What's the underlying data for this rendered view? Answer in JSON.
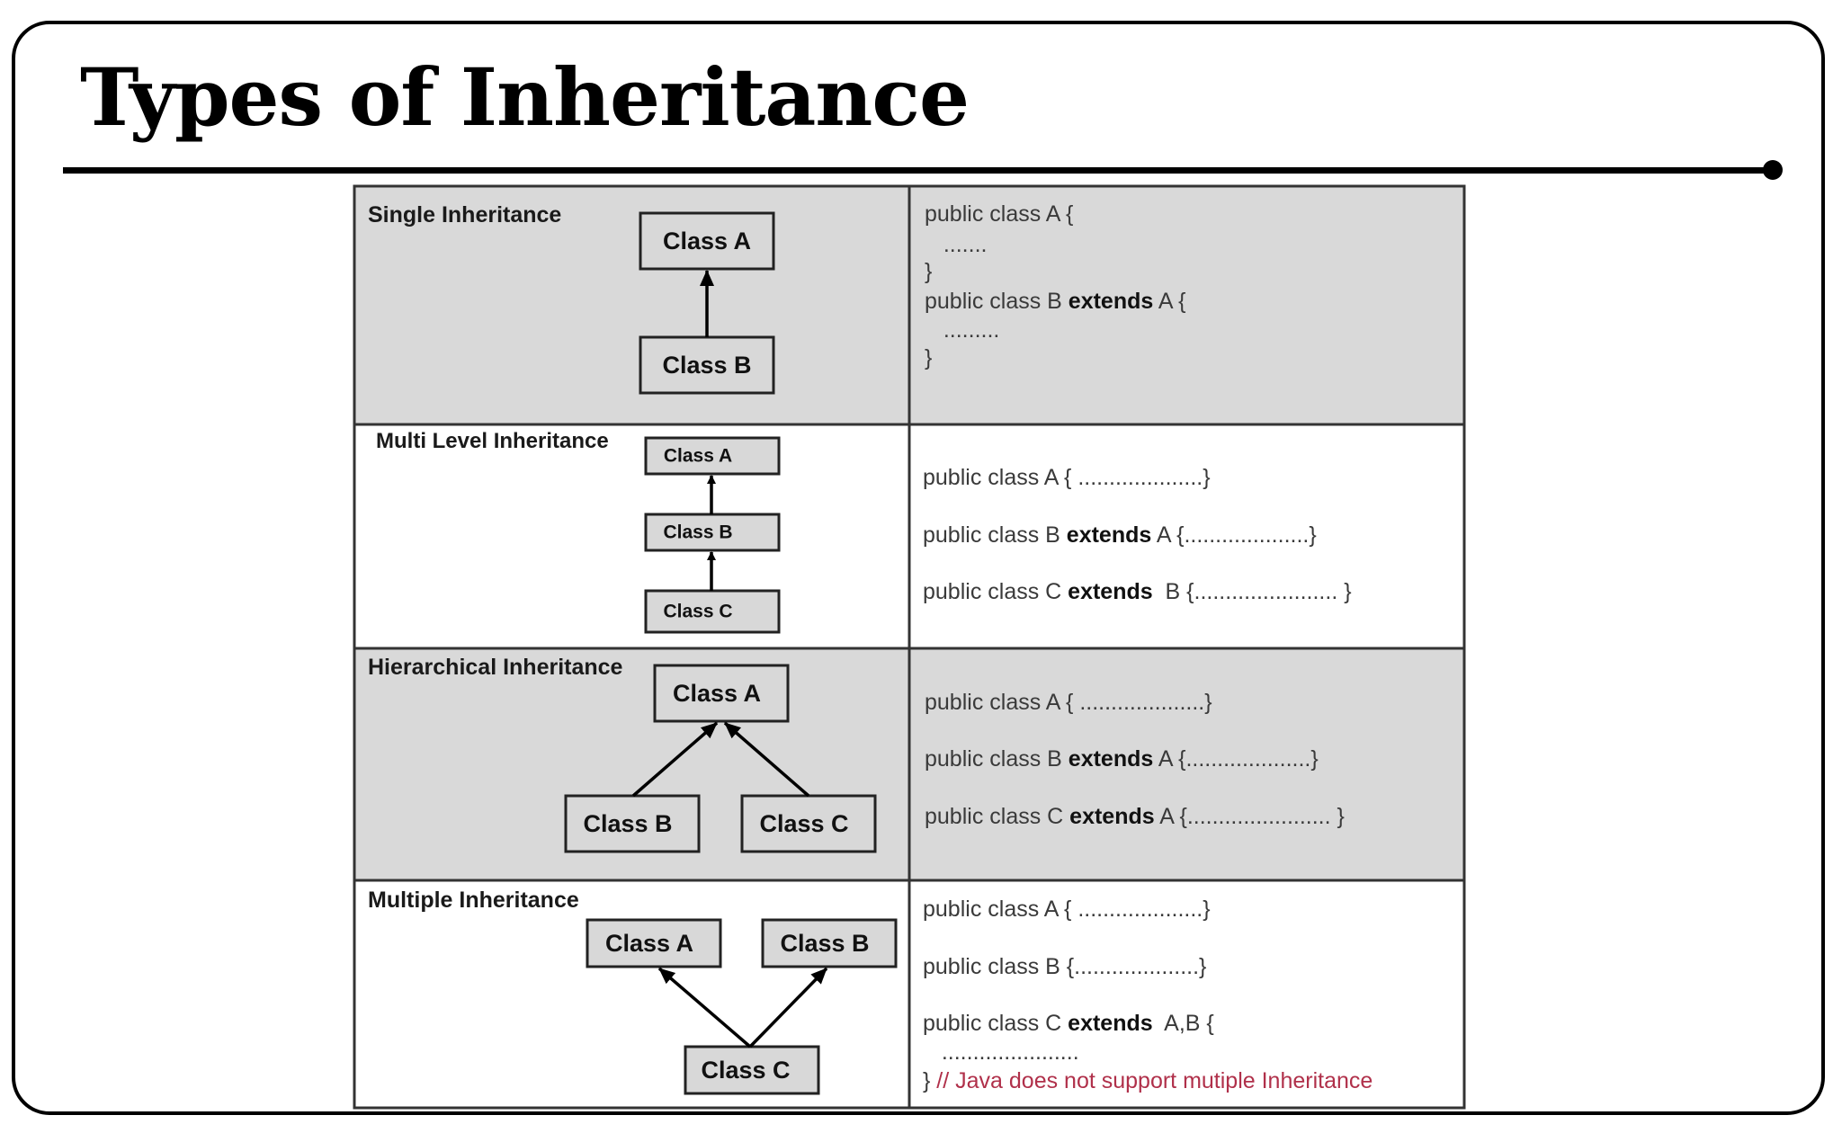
{
  "page": {
    "title": "Types of Inheritance"
  },
  "panels": [
    {
      "label": "Single Inheritance",
      "boxes": {
        "a": "Class A",
        "b": "Class B"
      },
      "code": [
        {
          "pre": "public class A {",
          "kw": "",
          "post": ""
        },
        {
          "pre": "   .......",
          "kw": "",
          "post": ""
        },
        {
          "pre": "}",
          "kw": "",
          "post": ""
        },
        {
          "pre": "public class B ",
          "kw": "extends",
          "post": " A {"
        },
        {
          "pre": "   .........",
          "kw": "",
          "post": ""
        },
        {
          "pre": "}",
          "kw": "",
          "post": ""
        }
      ]
    },
    {
      "label": "Multi Level Inheritance",
      "boxes": {
        "a": "Class A",
        "b": "Class B",
        "c": "Class C"
      },
      "code": [
        {
          "pre": "public class A { ",
          "kw": "",
          "post": "....................}"
        },
        {
          "pre": "public class B ",
          "kw": "extends",
          "post": " A {....................}"
        },
        {
          "pre": "public class C ",
          "kw": "extends",
          "post": "  B {....................... }"
        }
      ]
    },
    {
      "label": "Hierarchical Inheritance",
      "boxes": {
        "a": "Class A",
        "b": "Class B",
        "c": "Class C"
      },
      "code": [
        {
          "pre": "public class A { ",
          "kw": "",
          "post": "....................}"
        },
        {
          "pre": "public class B ",
          "kw": "extends",
          "post": " A {....................}"
        },
        {
          "pre": "public class C ",
          "kw": "extends",
          "post": " A {....................... }"
        }
      ]
    },
    {
      "label": "Multiple Inheritance",
      "boxes": {
        "a": "Class A",
        "b": "Class B",
        "c": "Class C"
      },
      "code": [
        {
          "pre": "public class A { ",
          "kw": "",
          "post": "....................}"
        },
        {
          "pre": "public class B {",
          "kw": "",
          "post": "....................}"
        },
        {
          "pre": "public class C ",
          "kw": "extends",
          "post": "  A,B {"
        },
        {
          "pre": "   ......................",
          "kw": "",
          "post": ""
        }
      ],
      "closing": "} ",
      "note": "// Java does not support mutiple Inheritance"
    }
  ],
  "colors": {
    "shaded_row": "#d9d9d9",
    "box_fill": "#d8d8d8",
    "note": "#b0304a"
  }
}
